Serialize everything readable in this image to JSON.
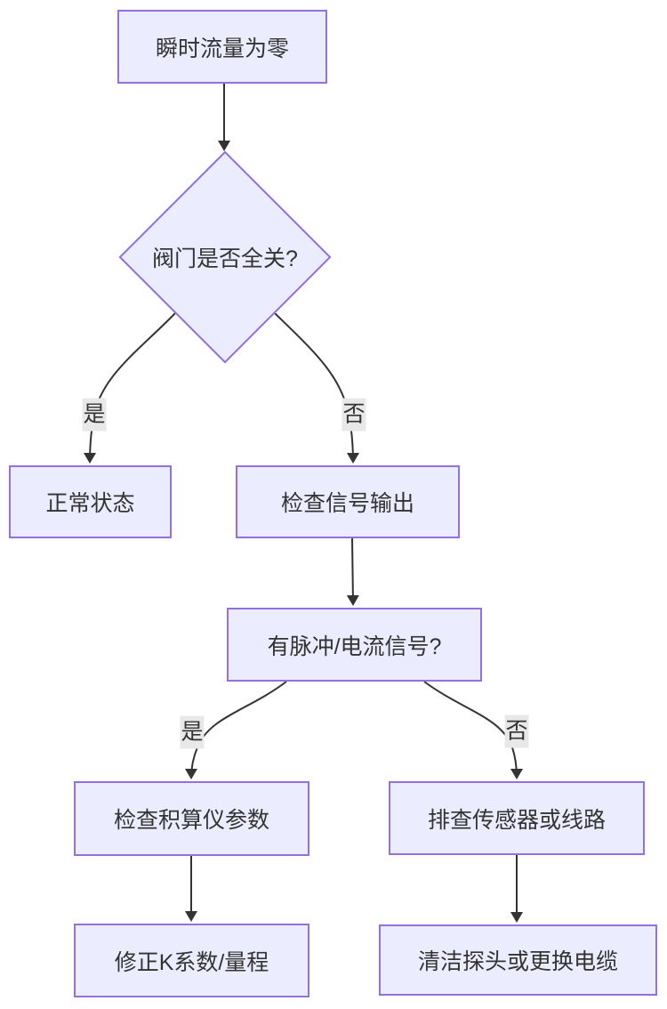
{
  "diagram": {
    "type": "flowchart",
    "direction": "top-down",
    "nodes": {
      "A": {
        "label": "瞬时流量为零",
        "shape": "rect"
      },
      "B": {
        "label": "阀门是否全关?",
        "shape": "diamond"
      },
      "C": {
        "label": "正常状态",
        "shape": "rect"
      },
      "D": {
        "label": "检查信号输出",
        "shape": "rect"
      },
      "E": {
        "label": "有脉冲/电流信号?",
        "shape": "rect"
      },
      "F": {
        "label": "检查积算仪参数",
        "shape": "rect"
      },
      "G": {
        "label": "排查传感器或线路",
        "shape": "rect"
      },
      "H": {
        "label": "修正K系数/量程",
        "shape": "rect"
      },
      "I": {
        "label": "清洁探头或更换电缆",
        "shape": "rect"
      }
    },
    "edges": [
      {
        "from": "A",
        "to": "B",
        "label": ""
      },
      {
        "from": "B",
        "to": "C",
        "label": "是"
      },
      {
        "from": "B",
        "to": "D",
        "label": "否"
      },
      {
        "from": "D",
        "to": "E",
        "label": ""
      },
      {
        "from": "E",
        "to": "F",
        "label": "是"
      },
      {
        "from": "E",
        "to": "G",
        "label": "否"
      },
      {
        "from": "F",
        "to": "H",
        "label": ""
      },
      {
        "from": "G",
        "to": "I",
        "label": ""
      }
    ],
    "colors": {
      "node_fill": "#ECECFF",
      "node_border": "#9370DB",
      "edge_line": "#333333",
      "edge_label_bg": "#e8e8e8",
      "text": "#333333",
      "background": "#ffffff"
    }
  }
}
